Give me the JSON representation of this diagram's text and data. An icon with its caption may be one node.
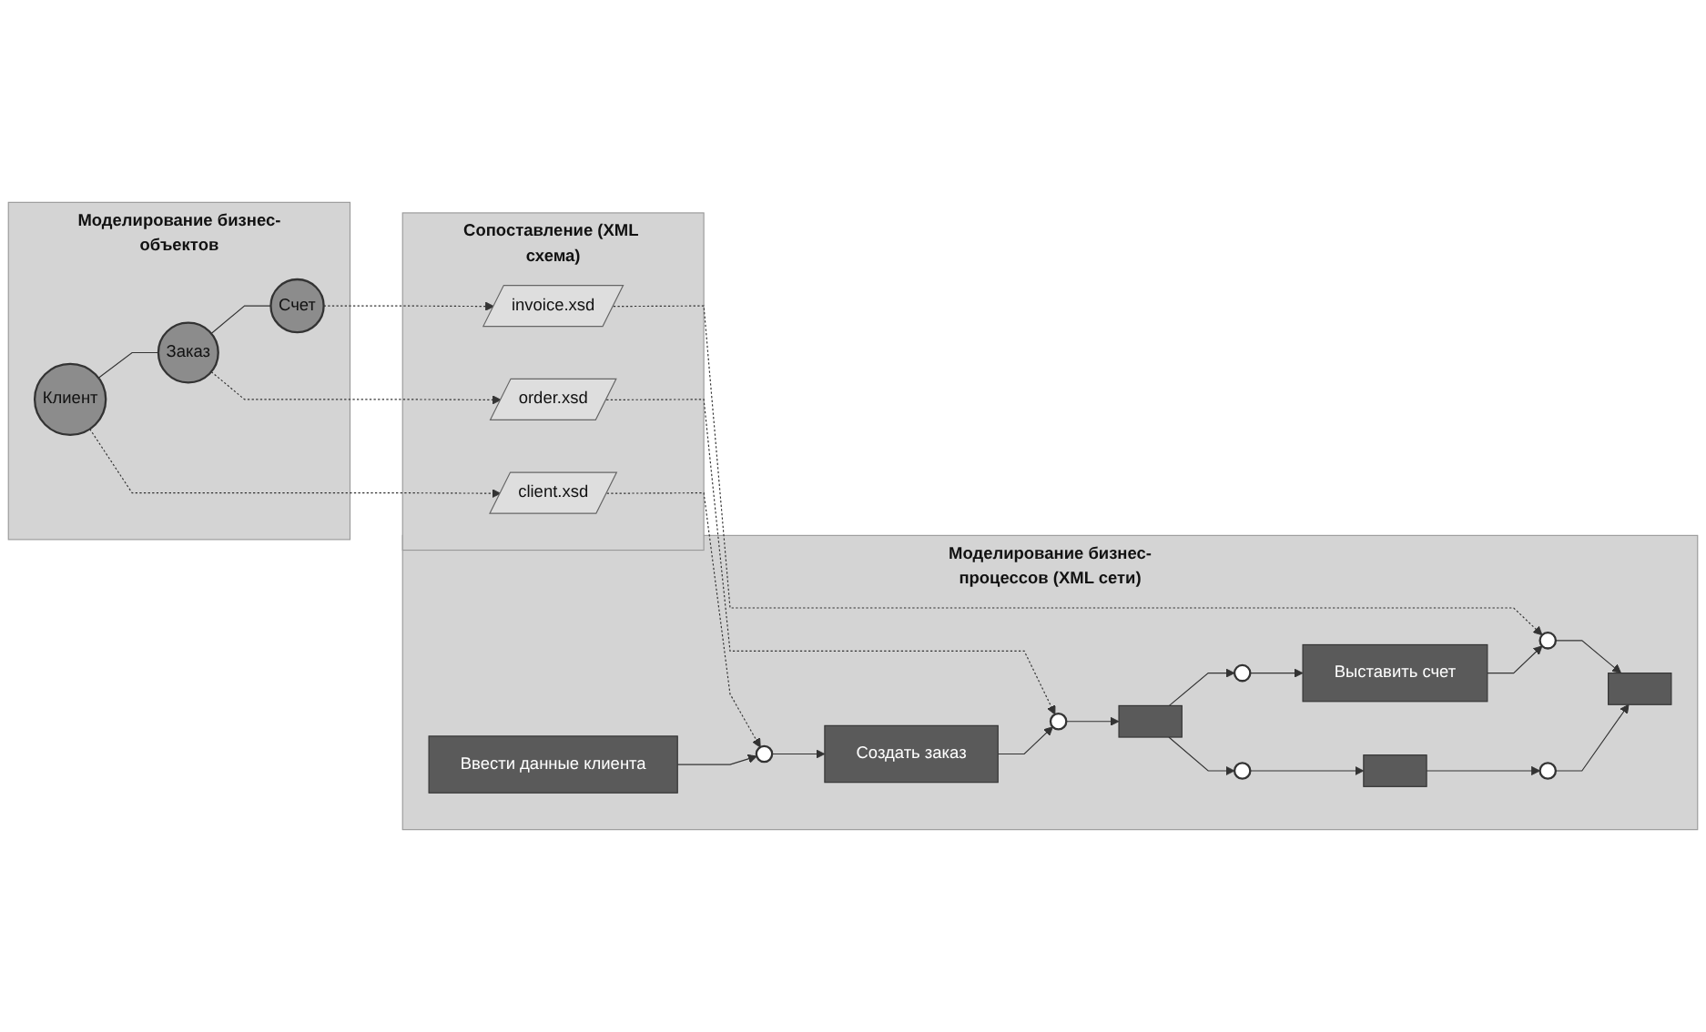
{
  "diagram": {
    "nodes": [
      {
        "text": [
          "Моделирование бизнес-объектов"
        ]
      },
      {
        "text": [
          "Сопоставление (XML схема)"
        ]
      },
      {
        "text": [
          "Моделирование бизнес-процессов (XML сети)"
        ]
      },
      {
        "text": [
          "Клиент"
        ],
        "in": 0
      },
      {
        "text": [
          "Заказ"
        ],
        "in": 0
      },
      {
        "text": [
          "Счет"
        ],
        "in": 0
      },
      {
        "text": [
          "client.xsd"
        ],
        "in": 1
      },
      {
        "text": [
          "order.xsd"
        ],
        "in": 1
      },
      {
        "text": [
          "invoice.xsd"
        ],
        "in": 1
      },
      {
        "text": [
          "Ввести данные клиента"
        ],
        "in": 2
      },
      {
        "text": [],
        "shape": "circle",
        "in": 2
      },
      {
        "text": [
          "Создать заказ"
        ],
        "in": 2
      },
      {
        "text": [],
        "shape": "circle",
        "in": 2
      },
      {
        "text": [],
        "shape": "box",
        "in": 2
      },
      {
        "text": [],
        "shape": "circle",
        "in": 2
      },
      {
        "text": [],
        "shape": "circle",
        "in": 2
      },
      {
        "text": [
          "Выставить счет"
        ],
        "in": 2
      },
      {
        "text": [],
        "shape": "box",
        "in": 2
      },
      {
        "text": [],
        "shape": "circle",
        "in": 2
      },
      {
        "text": [],
        "shape": "box",
        "in": 2
      },
      {
        "text": [],
        "shape": "circle",
        "in": 2
      }
    ],
    "edges": [
      {
        "from": 3,
        "to": 4,
        "arrow": "none"
      },
      {
        "from": 4,
        "to": 5,
        "arrow": "none"
      },
      {
        "from": 3,
        "to": 6,
        "arrow": "to",
        "style": "dashed"
      },
      {
        "from": 6,
        "to": 10,
        "arrow": "to",
        "style": "dashed"
      },
      {
        "from": 4,
        "to": 7,
        "arrow": "to",
        "style": "dashed"
      },
      {
        "from": 7,
        "to": 12,
        "arrow": "to",
        "style": "dashed"
      },
      {
        "from": 5,
        "to": 8,
        "arrow": "to",
        "style": "dashed"
      },
      {
        "from": 8,
        "to": 18,
        "arrow": "to",
        "style": "dashed"
      },
      {
        "from": 9,
        "to": 10,
        "arrow": "to"
      },
      {
        "from": 10,
        "to": 11,
        "arrow": "to"
      },
      {
        "from": 11,
        "to": 12,
        "arrow": "to"
      },
      {
        "from": 12,
        "to": 13,
        "arrow": "to"
      },
      {
        "from": 13,
        "to": 14,
        "arrow": "to"
      },
      {
        "from": 13,
        "to": 15,
        "arrow": "to"
      },
      {
        "from": 14,
        "to": 16,
        "arrow": "to"
      },
      {
        "from": 15,
        "to": 17,
        "arrow": "to"
      },
      {
        "from": 16,
        "to": 18,
        "arrow": "to"
      },
      {
        "from": 17,
        "to": 20,
        "arrow": "to"
      },
      {
        "from": 18,
        "to": 19,
        "arrow": "to"
      },
      {
        "from": 20,
        "to": 19,
        "arrow": "to"
      }
    ]
  }
}
